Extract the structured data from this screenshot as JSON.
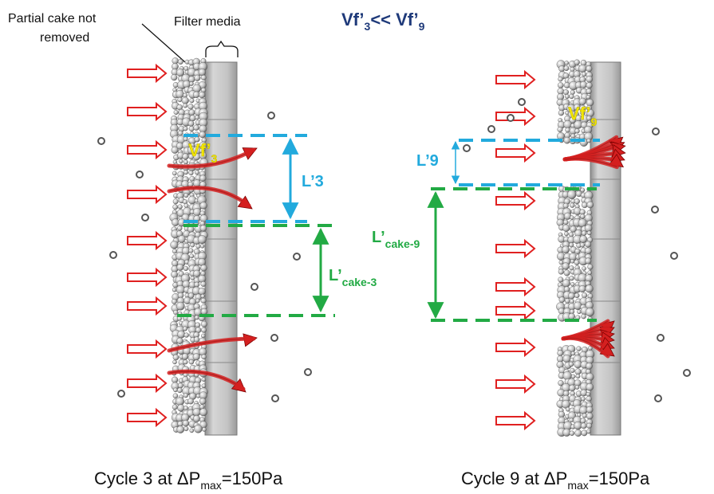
{
  "title": {
    "main": "Vf’",
    "sub_a": "3",
    "mid": "<< Vf’",
    "sub_b": "9"
  },
  "annotations": {
    "partial_cake_line1": "Partial cake not",
    "partial_cake_line2": "removed",
    "filter_media": "Filter media"
  },
  "left_panel": {
    "vf_label": "Vf’",
    "vf_sub": "3",
    "l_label": "L’3",
    "cake_label": "L’",
    "cake_sub": "cake-3",
    "caption_pre": "Cycle 3 at ΔP",
    "caption_sub": "max",
    "caption_post": "=150Pa"
  },
  "right_panel": {
    "vf_label": "Vf’",
    "vf_sub": "9",
    "l_label": "L’9",
    "cake_label": "L’",
    "cake_sub": "cake-9",
    "caption_pre": "Cycle 9 at ΔP",
    "caption_sub": "max",
    "caption_post": "=150Pa"
  },
  "colors": {
    "title": "#1f3a7a",
    "inflow_arrow": "#e02020",
    "flow_arrow": "#d42020",
    "cyan_line": "#22aadd",
    "green_line": "#22aa44",
    "yellow_label": "#f2e600",
    "filter_gray": "#b8b8b8"
  }
}
